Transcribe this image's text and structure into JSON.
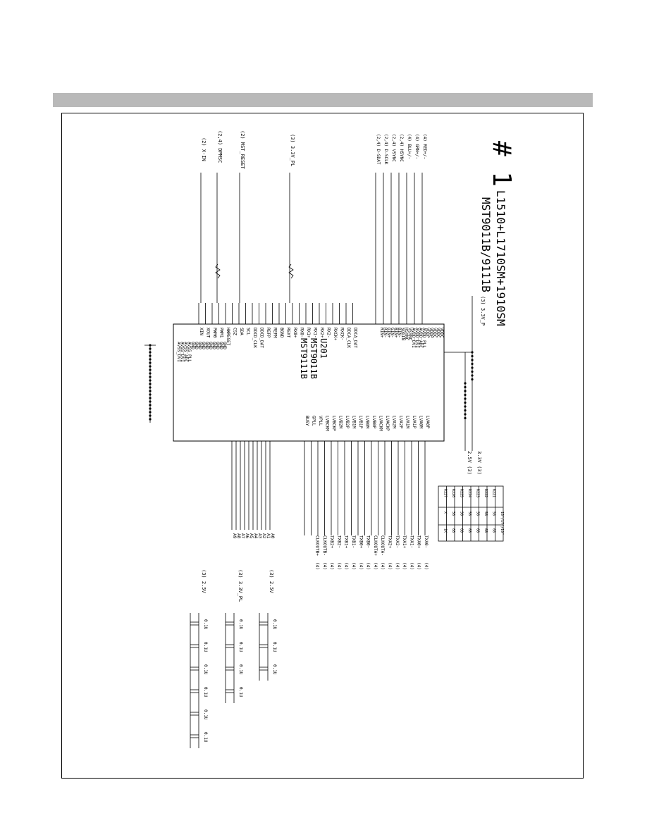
{
  "sheet": {
    "number": "# 1",
    "title": "L1510+L1710SM+1910SM",
    "subtitle": "MST9011B/9111B"
  },
  "chip": {
    "ref": "U201",
    "names": [
      "MST9011B",
      "MST9111B"
    ],
    "left_pins": [
      "XIN",
      "XOUT",
      "PWM0",
      "PWM1",
      "HWRESET",
      "CSZ",
      "SDA",
      "SCL",
      "DDCD_CLK",
      "DDCD_DAT",
      "REFP",
      "REFM",
      "BGND",
      "REXT",
      "RX0+",
      "RX0-",
      "RX1+",
      "RX1-",
      "RX2+",
      "RX2-",
      "RXCK+",
      "RXCK-",
      "DDCA_CLK",
      "DDCA_DAT"
    ],
    "top_pins": [
      "RIN+",
      "RIN-",
      "GIN+",
      "GIN-",
      "BIN+",
      "BIN-",
      "SOGIN",
      "HSYNC",
      "VSYNC",
      "AVDD_DVI",
      "AVDD_DVI",
      "AVDD_ADC",
      "AVDD_PLL",
      "VDDP",
      "VDDP",
      "VDDC",
      "VDDC",
      "VDDC",
      "VDDC"
    ],
    "bottom_pins": [
      "LVA0P",
      "LVA0M",
      "LVA1P",
      "LVA1M",
      "LVA2P",
      "LVA2M",
      "LVACKP",
      "LVACKM",
      "LVB0P",
      "LVB0M",
      "LVB1P",
      "LVB1M",
      "LVB2P",
      "LVB2M",
      "LVBCKP",
      "LVBCKM",
      "VPLL",
      "GPLL",
      "BUSY"
    ],
    "right_pins": [
      "AVSS_DVI",
      "AVSS_DVI",
      "AVSS_ADC",
      "AVSS_PLL",
      "GND",
      "GND",
      "GND",
      "GND",
      "GND",
      "GND",
      "GND",
      "GND",
      "GND",
      "GND"
    ]
  },
  "inputs_left": [
    "(2) X-IN",
    "(2,4) DPMSC",
    "(2) MST_RESET",
    "(3) 3.3V_PL"
  ],
  "inputs_top": [
    "(4) RED+/-",
    "(4) GRN+/-",
    "(4) BLU+/-",
    "(2,4) HSYNC",
    "(2,4) VSYNC",
    "(2,4) D-SCLK",
    "(2,4) D-SDAT"
  ],
  "lvds_labels": [
    "TXA0-",
    "TXA0+",
    "TXA1-",
    "TXA1+",
    "TXA2-",
    "TXA2+",
    "CLKOUTA-",
    "CLKOUTA+",
    "TXB0-",
    "TXB0+",
    "TXB1-",
    "TXB1+",
    "TXB2-",
    "TXB2+",
    "CLKOUTB-",
    "CLKOUTB+"
  ],
  "lvds_ref": "(4)",
  "bus_labels": [
    "A0",
    "A1",
    "A2",
    "A3",
    "A4",
    "A5",
    "A6",
    "A7",
    "A8",
    "A9"
  ],
  "rails": {
    "v33": "3.3V (3)",
    "v25": "2.5V (3)",
    "v33_top": "(3) 3.3V_P",
    "cap_25_a": "(3) 2.5V",
    "cap_33": "(3) 3.3V_PL",
    "cap_25_b": "(3) 2.5V"
  },
  "cap_value": "0.1U",
  "table": {
    "headers": [
      "",
      "15\"/17\"/19\""
    ],
    "rows": [
      [
        "R221",
        "56",
        "68"
      ],
      [
        "R222",
        "56",
        "68"
      ],
      [
        "R223",
        "56",
        "68"
      ],
      [
        "R224",
        "56",
        "68"
      ],
      [
        "R225",
        "56",
        "68"
      ],
      [
        "R226",
        "56",
        "68"
      ],
      [
        "R227",
        "X",
        "1K"
      ]
    ]
  }
}
